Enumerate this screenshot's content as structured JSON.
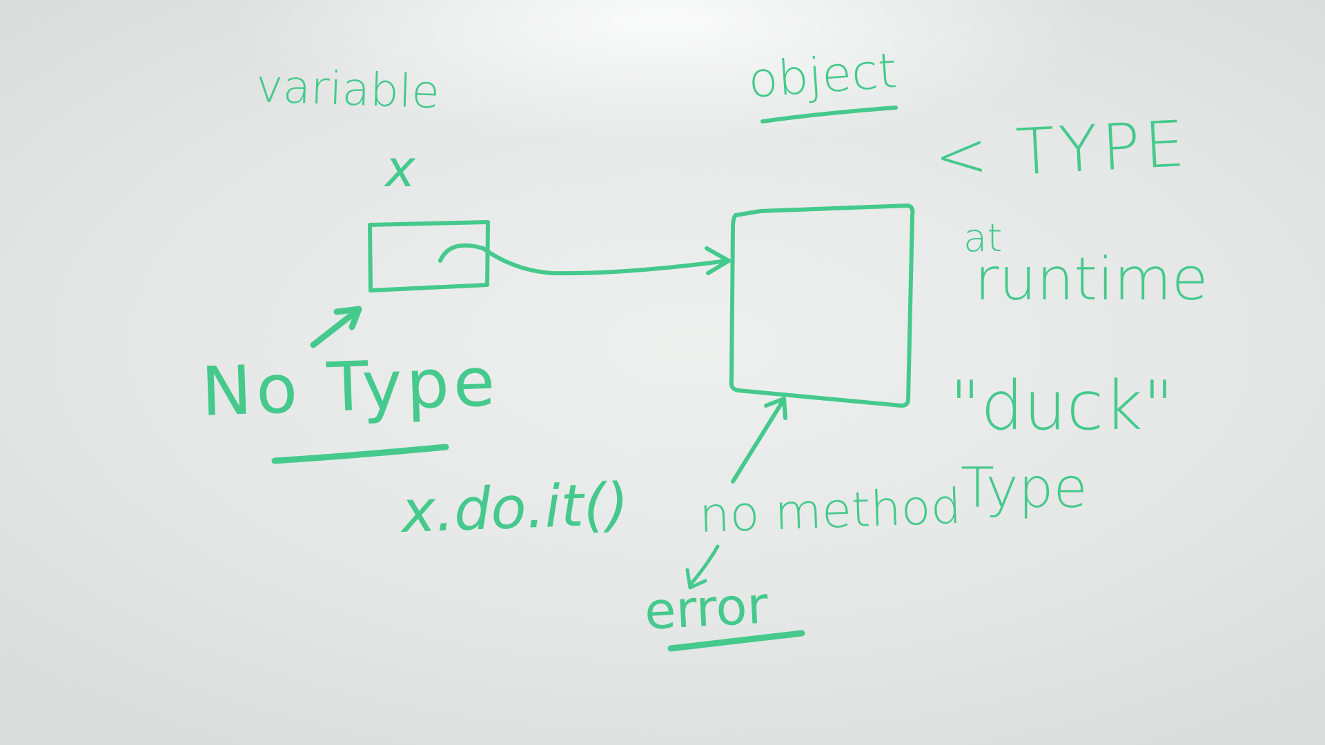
{
  "colors": {
    "marker_ink": "#45c98c",
    "board": "#e9ebea"
  },
  "labels": {
    "variable": "variable",
    "object": "object",
    "x": "x",
    "type_arrow": "< TYPE",
    "at": "at",
    "runtime": "runtime",
    "no_type": "No Type",
    "duck": "\"duck\"",
    "type": "Type",
    "call": "x.do.it()",
    "no_method": "no method",
    "error": "error"
  }
}
